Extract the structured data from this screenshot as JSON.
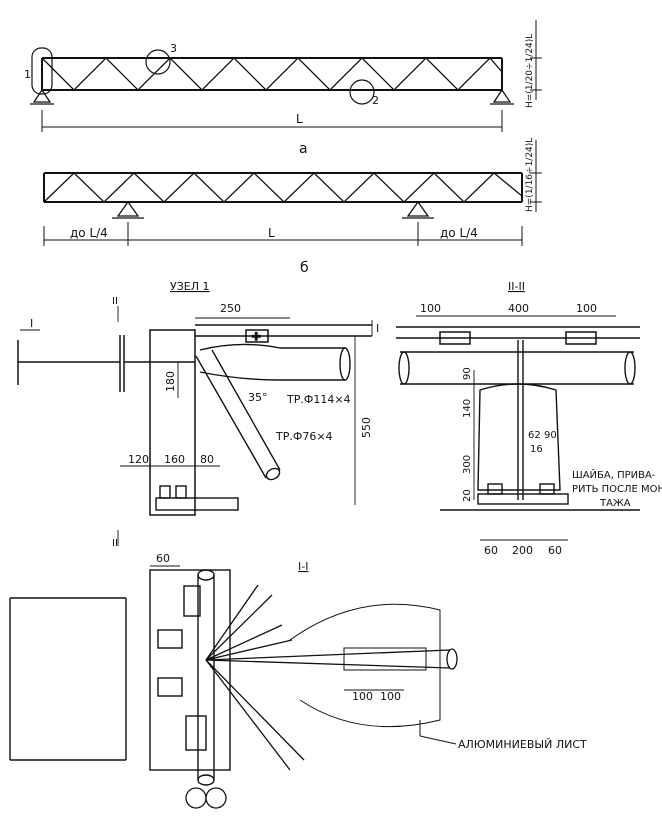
{
  "figure_a": {
    "caption": "а",
    "span_label": "L",
    "height_label": "H=(1/20÷1/24)L",
    "callouts": [
      "1",
      "2",
      "3"
    ]
  },
  "figure_b": {
    "caption": "б",
    "span_label": "L",
    "height_label": "H=(1/16÷1/24)L",
    "left_overhang": "до L/4",
    "right_overhang": "до L/4"
  },
  "node1": {
    "title": "УЗЕЛ 1",
    "section_mark_I": "I",
    "section_mark_II": "II",
    "dim_250": "250",
    "dim_180": "180",
    "angle": "35°",
    "pipe_top": "ТР.Ф114×4",
    "pipe_diag": "ТР.Ф76×4",
    "dim_550": "550",
    "dim_120": "120",
    "dim_160": "160",
    "dim_80": "80"
  },
  "section_II": {
    "title": "II-II",
    "dim_100_left": "100",
    "dim_400": "400",
    "dim_100_right": "100",
    "dim_90": "90",
    "dim_140": "140",
    "dim_62": "62",
    "dim_90b": "90",
    "dim_16": "16",
    "dim_300": "300",
    "dim_20": "20",
    "dim_60_left": "60",
    "dim_200": "200",
    "dim_60_right": "60",
    "note": [
      "ШАЙБА, ПРИВА-",
      "РИТЬ ПОСЛЕ МОН-",
      "ТАЖА"
    ]
  },
  "section_I": {
    "title": "I-I",
    "dim_60": "60",
    "dim_100a": "100",
    "dim_100b": "100",
    "sheet_label": "АЛЮМИНИЕВЫЙ ЛИСТ"
  }
}
